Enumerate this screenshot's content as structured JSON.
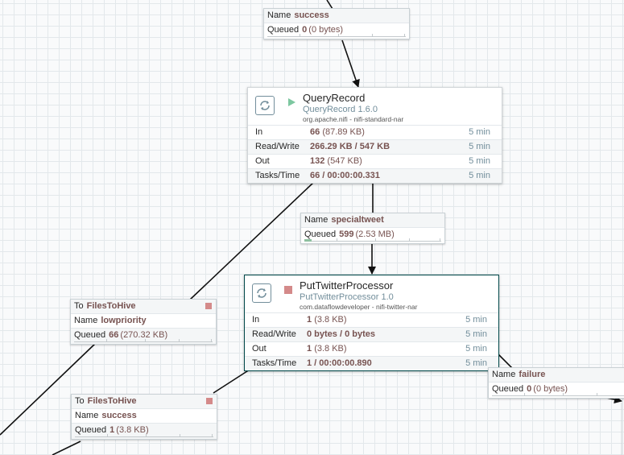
{
  "colors": {
    "link": "#111111",
    "running": "#7dc7a0",
    "stopped": "#d48a8a",
    "value": "#775351",
    "type_text": "#728e9b",
    "selected_border": "#004849"
  },
  "connections": {
    "top_success": {
      "name_key": "Name",
      "name": "success",
      "queued_key": "Queued",
      "queued_count": "0",
      "queued_size": "(0 bytes)"
    },
    "specialtweet": {
      "name_key": "Name",
      "name": "specialtweet",
      "queued_key": "Queued",
      "queued_count": "599",
      "queued_size": "(2.53 MB)",
      "fill_fraction": 0.05
    },
    "lowpriority": {
      "to_key": "To",
      "to": "FilesToHive",
      "name_key": "Name",
      "name": "lowpriority",
      "queued_key": "Queued",
      "queued_count": "66",
      "queued_size": "(270.32 KB)"
    },
    "bottom_success": {
      "to_key": "To",
      "to": "FilesToHive",
      "name_key": "Name",
      "name": "success",
      "queued_key": "Queued",
      "queued_count": "1",
      "queued_size": "(3.8 KB)"
    },
    "failure": {
      "name_key": "Name",
      "name": "failure",
      "queued_key": "Queued",
      "queued_count": "0",
      "queued_size": "(0 bytes)"
    }
  },
  "processors": {
    "query_record": {
      "name": "QueryRecord",
      "type": "QueryRecord 1.6.0",
      "bundle": "org.apache.nifi - nifi-standard-nar",
      "state_icon": "play-icon",
      "stats": [
        {
          "label": "In",
          "value": "66",
          "paren": "(87.89 KB)",
          "duration": "5 min"
        },
        {
          "label": "Read/Write",
          "value": "266.29 KB / 547 KB",
          "paren": "",
          "duration": "5 min"
        },
        {
          "label": "Out",
          "value": "132",
          "paren": "(547 KB)",
          "duration": "5 min"
        },
        {
          "label": "Tasks/Time",
          "value": "66 / 00:00:00.331",
          "paren": "",
          "duration": "5 min"
        }
      ]
    },
    "put_twitter": {
      "name": "PutTwitterProcessor",
      "type": "PutTwitterProcessor 1.0",
      "bundle": "com.dataflowdeveloper - nifi-twitter-nar",
      "state_icon": "stop-icon",
      "stats": [
        {
          "label": "In",
          "value": "1",
          "paren": "(3.8 KB)",
          "duration": "5 min"
        },
        {
          "label": "Read/Write",
          "value": "0 bytes / 0 bytes",
          "paren": "",
          "duration": "5 min"
        },
        {
          "label": "Out",
          "value": "1",
          "paren": "(3.8 KB)",
          "duration": "5 min"
        },
        {
          "label": "Tasks/Time",
          "value": "1 / 00:00:00.890",
          "paren": "",
          "duration": "5 min"
        }
      ]
    }
  }
}
